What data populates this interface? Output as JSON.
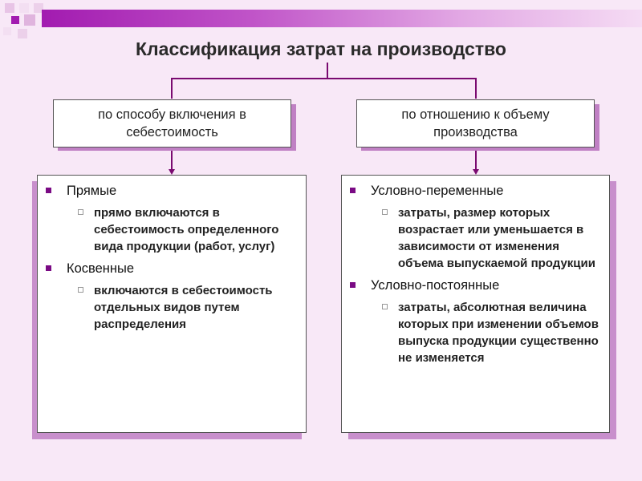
{
  "title": "Классификация затрат на производство",
  "categories": [
    {
      "label": "по способу включения в себестоимость"
    },
    {
      "label": "по отношению к объему производства"
    }
  ],
  "left_panel": {
    "items": [
      {
        "heading": "Прямые",
        "description": "прямо включаются в себестоимость определенного вида продукции (работ, услуг)"
      },
      {
        "heading": "Косвенные",
        "description": "включаются в себестоимость отдельных видов путем распределения"
      }
    ]
  },
  "right_panel": {
    "items": [
      {
        "heading": "Условно-переменные",
        "description": "затраты, размер которых возрастает или уменьшается в зависимости от изменения объема выпускаемой продукции"
      },
      {
        "heading": "Условно-постоянные",
        "description": "затраты, абсолютная величина которых при изменении объемов выпуска продукции существенно не изменяется"
      }
    ]
  },
  "colors": {
    "background": "#f8e8f7",
    "accent": "#a21bb0",
    "connector": "#7a0a70",
    "shadow": "#c88fcc"
  }
}
